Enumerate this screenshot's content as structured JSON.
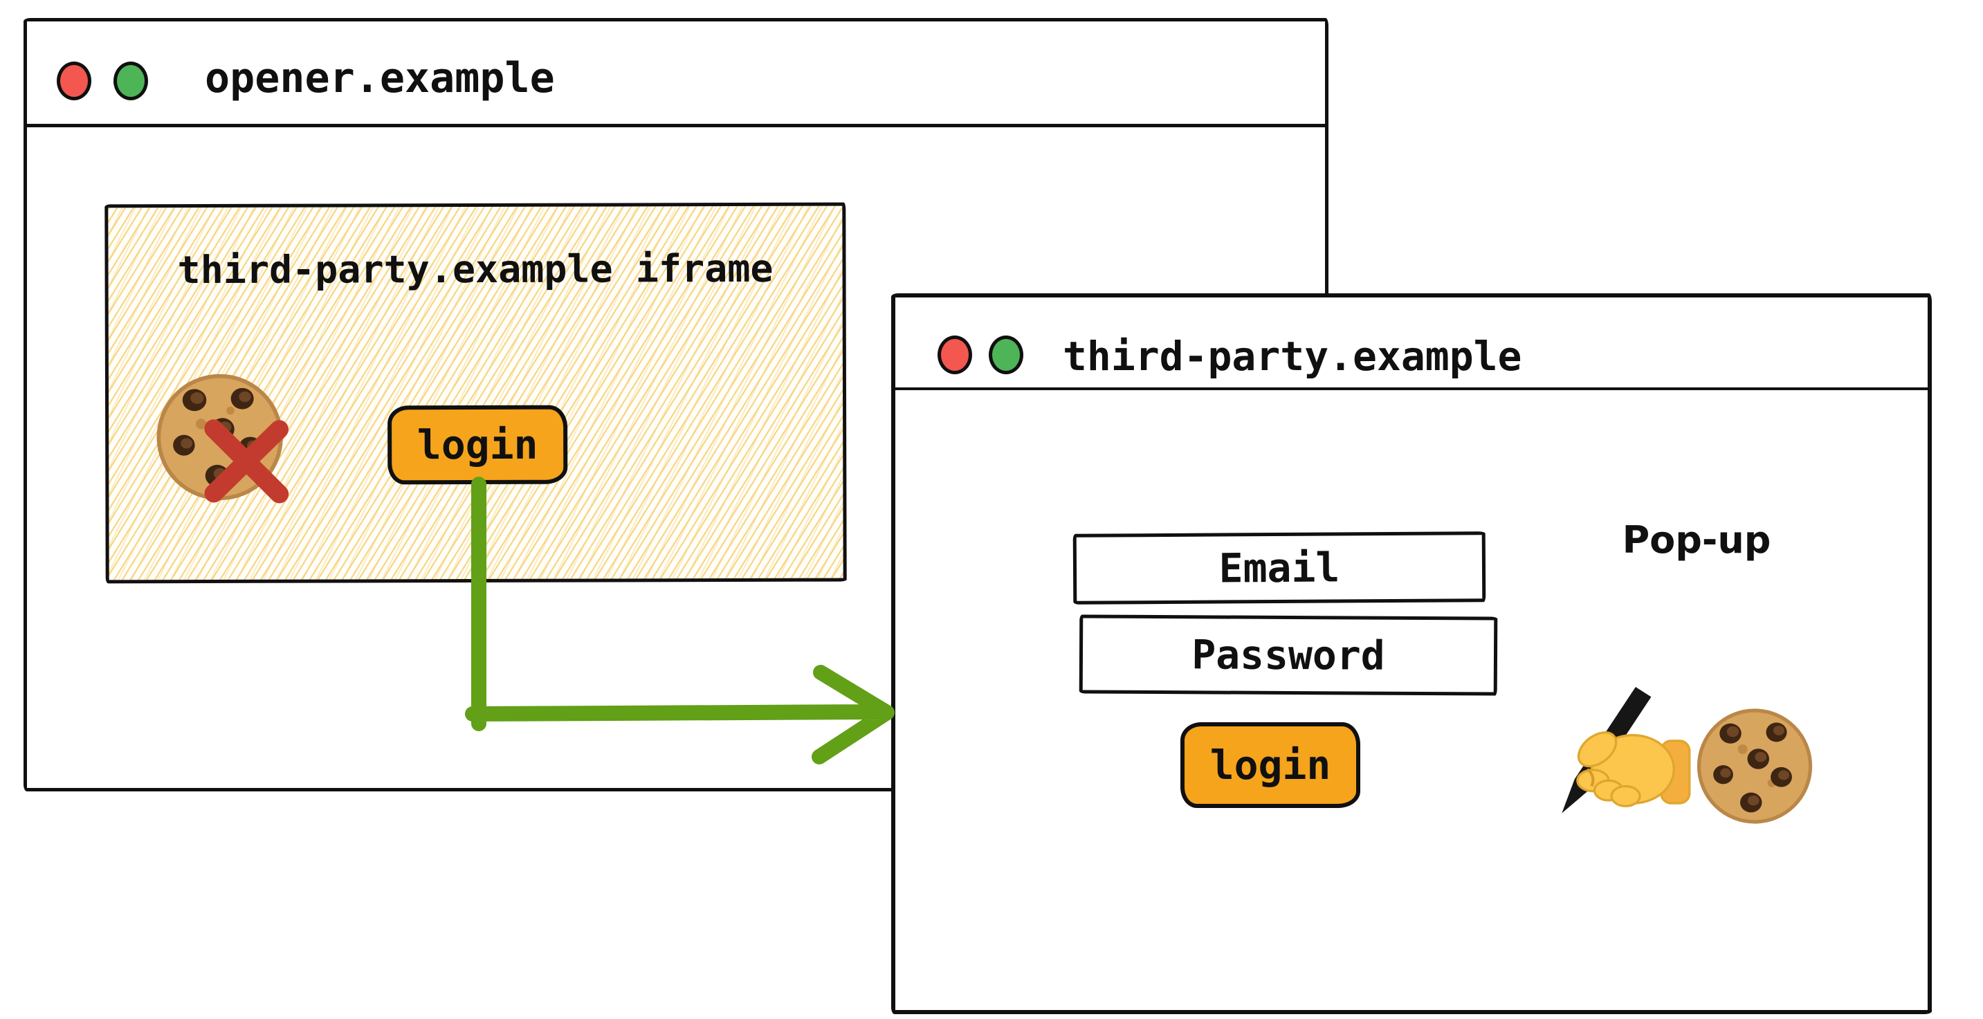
{
  "colors": {
    "ink": "#101010",
    "button_orange": "#F5A41B",
    "arrow_green": "#61A017",
    "cross_red": "#C23B2E",
    "traffic_light_red": "#F3574F",
    "traffic_light_green": "#4DB457",
    "hatch_yellow": "#F8D382"
  },
  "opener_window": {
    "title": "opener.example",
    "iframe": {
      "label": "third-party.example iframe",
      "login_button": "login",
      "icons": {
        "cookie": "cookie-icon",
        "blocked": "red-cross-icon"
      }
    }
  },
  "popup_window": {
    "title": "third-party.example",
    "badge": "Pop-up",
    "email_field": "Email",
    "password_field": "Password",
    "login_button": "login",
    "icons": {
      "hand": "writing-hand-icon",
      "cookie": "cookie-icon"
    }
  }
}
